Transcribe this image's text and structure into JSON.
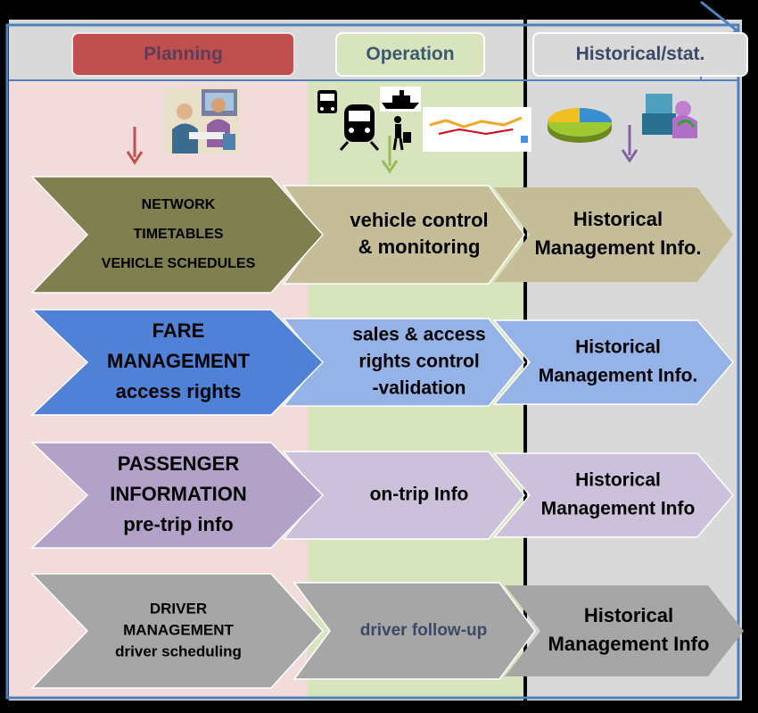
{
  "headers": {
    "planning": "Planning",
    "operation": "Operation",
    "historical": "Historical/stat."
  },
  "colors": {
    "planning_zone": "#f2dcdb",
    "operation_zone": "#d7e4bd",
    "historical_zone": "#d9d9d9",
    "planning_header": "#c0504d",
    "operation_header": "#d7e4bd",
    "historical_header": "#d9d9d9",
    "frame_blue": "#4f81bd",
    "network_row": "#7f7f4f",
    "network_row_light": "#c4bd97",
    "fare_row": "#4f81d6",
    "fare_row_light": "#95b3e7",
    "info_row": "#b3a2c7",
    "info_row_light": "#ccc1da",
    "driver_row": "#a6a6a6",
    "driver_row_light": "#a6a6a6",
    "arrow_red": "#c0504d",
    "arrow_green": "#9bbb59",
    "arrow_purple": "#8064a2"
  },
  "icons": {
    "planning": "office-meeting-icon",
    "operation_bus": "bus-icon",
    "operation_train": "train-icon",
    "operation_ferry": "ferry-icon",
    "operation_passenger": "passenger-with-luggage-icon",
    "operation_map": "transit-line-map-icon",
    "historical_pie": "pie-chart-icon",
    "historical_person": "person-at-computer-icon"
  },
  "rows": [
    {
      "planning": [
        "NETWORK",
        "TIMETABLES",
        "VEHICLE SCHEDULES"
      ],
      "operation": [
        "vehicle control",
        "& monitoring"
      ],
      "historical": [
        "Historical",
        "Management Info."
      ]
    },
    {
      "planning": [
        "FARE",
        "MANAGEMENT",
        "access rights"
      ],
      "operation": [
        "sales & access",
        "rights control",
        "-validation"
      ],
      "historical": [
        "Historical",
        "Management Info."
      ]
    },
    {
      "planning": [
        "PASSENGER",
        "INFORMATION",
        "pre-trip info"
      ],
      "operation": [
        "on-trip Info"
      ],
      "historical": [
        "Historical",
        "Management Info"
      ]
    },
    {
      "planning": [
        "DRIVER",
        "MANAGEMENT",
        "driver scheduling"
      ],
      "operation": [
        "driver follow-up"
      ],
      "historical": [
        "Historical",
        "Management Info"
      ]
    }
  ]
}
